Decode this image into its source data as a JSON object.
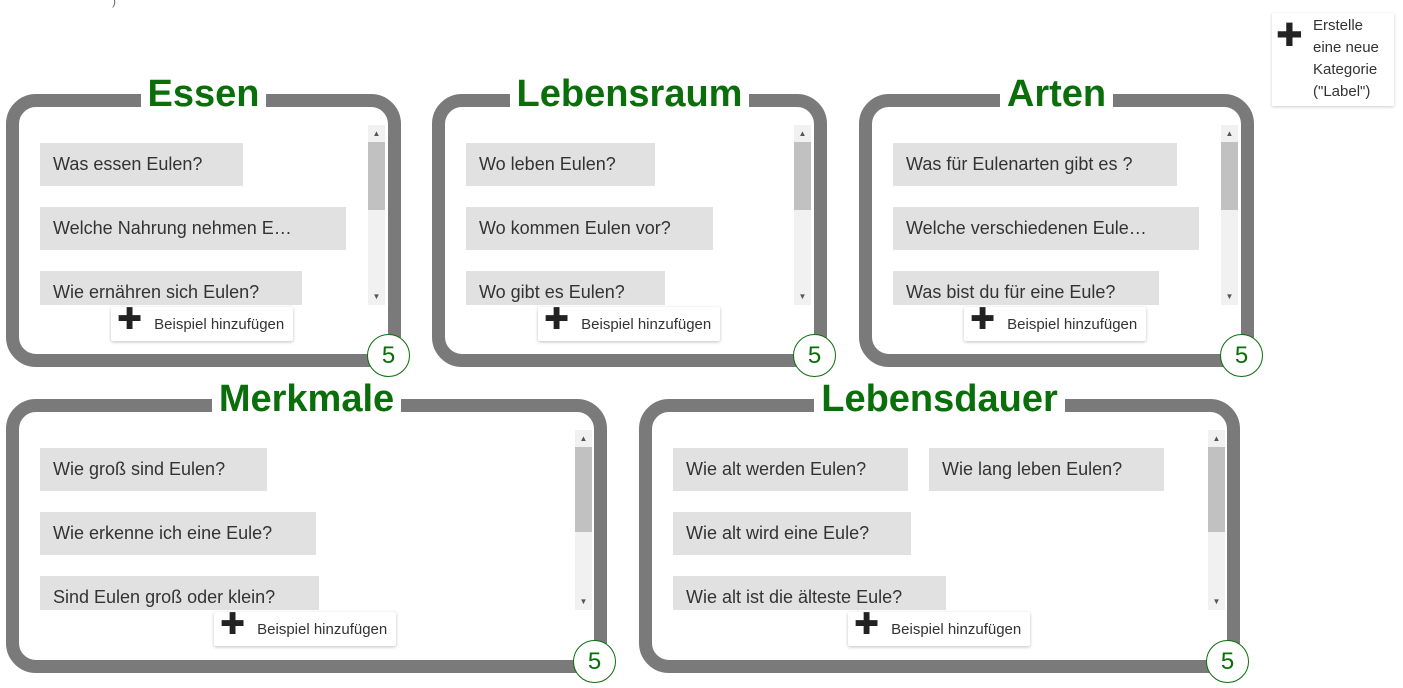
{
  "top_marker": ")",
  "new_category": {
    "label": "Erstelle eine neue Kategorie (\"Label\")",
    "icon": "plus-icon"
  },
  "add_example_label": "Beispiel hinzufügen",
  "colors": {
    "title": "#0a6e0a",
    "border": "#7a7a7a",
    "chip_bg": "#e1e1e1"
  },
  "categories": [
    {
      "title": "Essen",
      "count": "5",
      "examples": [
        "Was essen Eulen?",
        "Welche Nahrung nehmen E…",
        "Wie ernähren sich Eulen?"
      ]
    },
    {
      "title": "Lebensraum",
      "count": "5",
      "examples": [
        "Wo leben Eulen?",
        "Wo kommen Eulen vor?",
        "Wo gibt es Eulen?"
      ]
    },
    {
      "title": "Arten",
      "count": "5",
      "examples": [
        "Was für Eulenarten gibt es ?",
        "Welche verschiedenen Eule…",
        "Was bist du für eine Eule?"
      ]
    },
    {
      "title": "Merkmale",
      "count": "5",
      "examples": [
        "Wie groß sind Eulen?",
        "Wie erkenne ich eine Eule?",
        "Sind Eulen groß oder klein?"
      ]
    },
    {
      "title": "Lebensdauer",
      "count": "5",
      "examples": [
        "Wie alt werden Eulen?",
        "Wie lang leben Eulen?",
        "Wie alt wird eine Eule?",
        "Wie alt ist die älteste Eule?"
      ]
    }
  ]
}
